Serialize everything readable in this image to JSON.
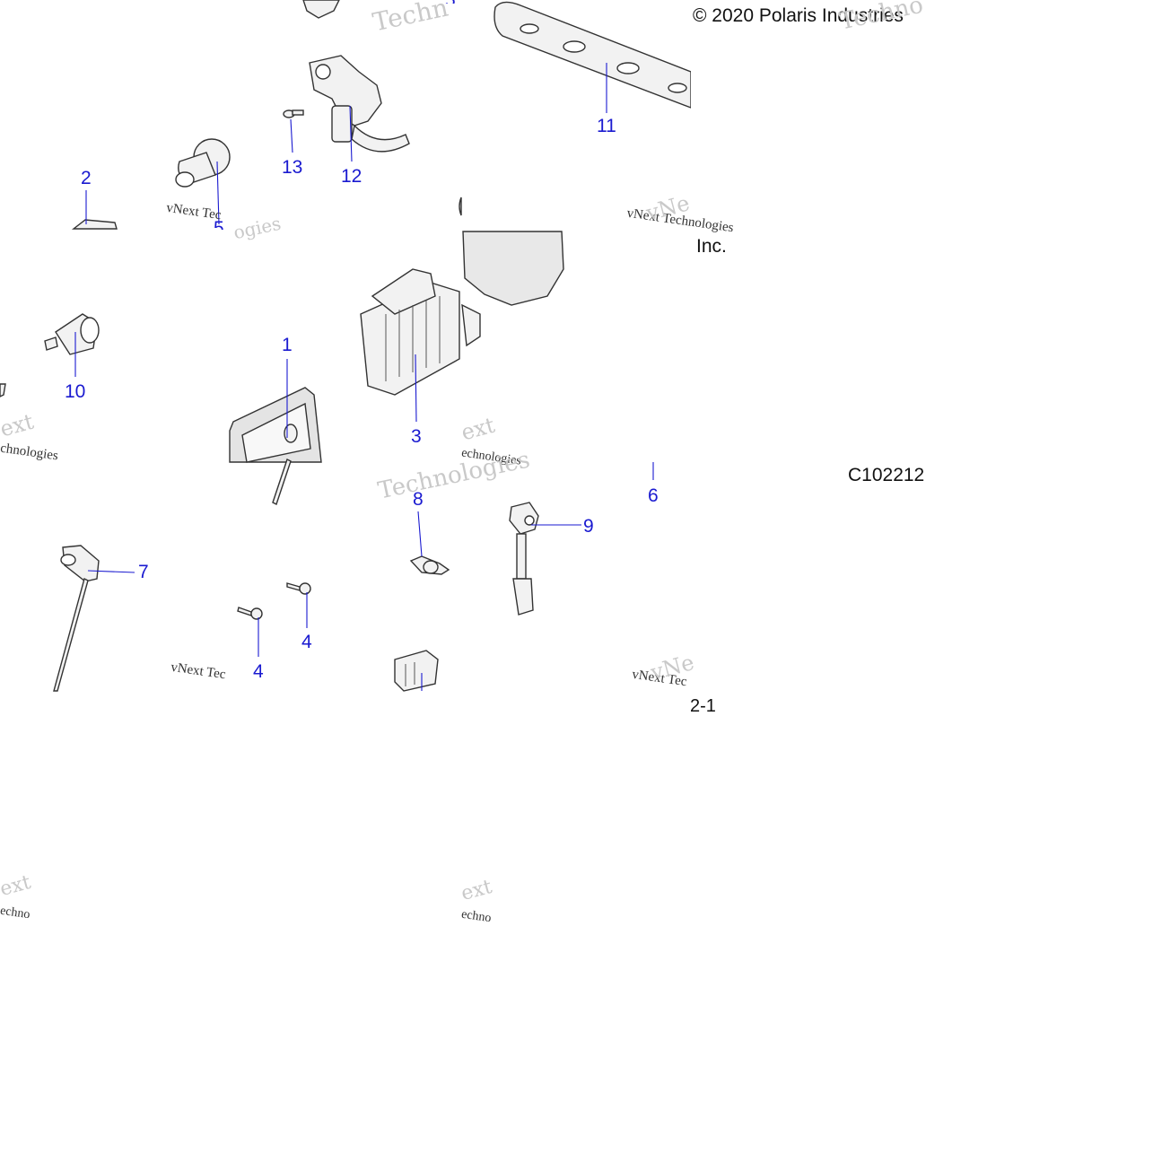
{
  "diagram": {
    "copyright": "© 2020 Polaris Industries",
    "copyright_cont": "Inc.",
    "figure_code": "C102212",
    "page_ref": "2-1",
    "callouts": [
      "1",
      "2",
      "3",
      "4",
      "4",
      "5",
      "6",
      "7",
      "8",
      "9",
      "10",
      "11",
      "12",
      "13"
    ],
    "watermarks": {
      "brand_a": "vNext Technologies",
      "brand_b": "vNext",
      "brand_c": "Technologies",
      "frag_1": "vNext Tec",
      "frag_2": "chnologies",
      "frag_3": "ext",
      "frag_4": "Techn",
      "frag_5": "echnologies",
      "frag_6": "echno",
      "frag_7": "ext",
      "frag_8": "echno",
      "frag_9": "vNe",
      "frag_10": "ogies",
      "frag_11": "Technologies"
    },
    "colors": {
      "callout": "#1a1ad0",
      "line": "#555555",
      "part_fill": "#f2f2f2",
      "part_stroke": "#333333"
    }
  }
}
